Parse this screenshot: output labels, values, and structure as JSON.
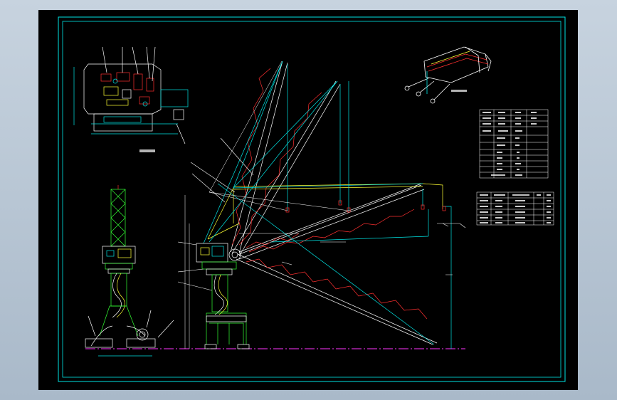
{
  "colors": {
    "background": "#000000",
    "frame": "#00e5e5",
    "boom_truss": "#ff3030",
    "boom_outline": "#ffffff",
    "rope": "#00e5e5",
    "luffing": "#ffff33",
    "tower": "#33ff33",
    "ground_line": "#ff33ff",
    "dimension": "#ffffff"
  },
  "views": {
    "plan_view": {
      "name": "machinery-house-plan-view"
    },
    "side_view": {
      "name": "crane-side-elevation"
    },
    "main_view": {
      "name": "crane-main-elevation-luffing-positions"
    },
    "hook_detail": {
      "name": "grab-hook-detail"
    }
  },
  "tables": {
    "parameters_table": {
      "rows": 11,
      "cols": 4
    },
    "mechanism_table": {
      "rows": 5,
      "cols": 4
    }
  }
}
